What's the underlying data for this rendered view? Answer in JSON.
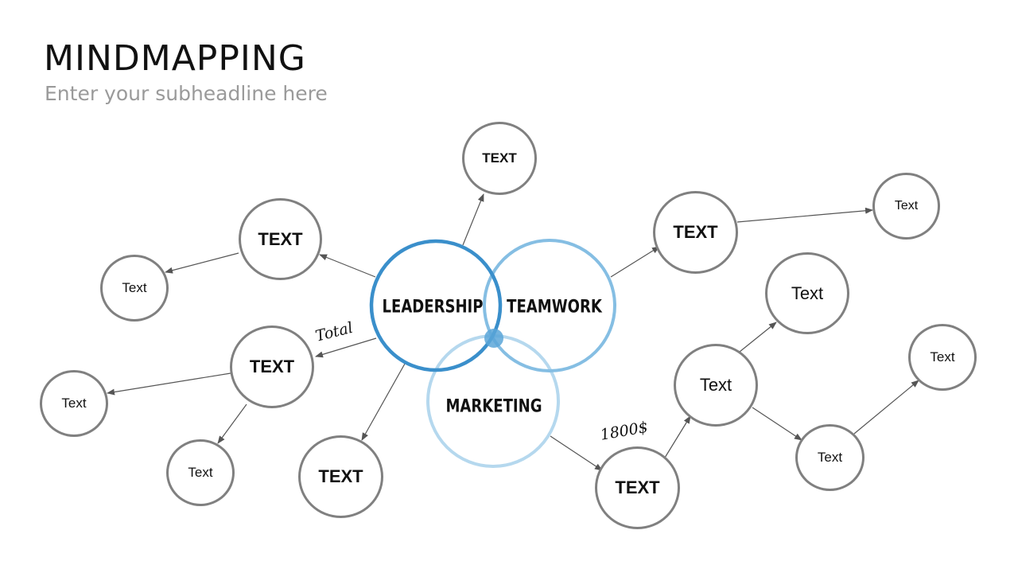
{
  "header": {
    "title": "MINDMAPPING",
    "subtitle": "Enter your subheadline here"
  },
  "venn": {
    "leadership": "LEADERSHIP",
    "teamwork": "TEAMWORK",
    "marketing": "MARKETING"
  },
  "annotations": {
    "total": "Total",
    "amount": "1800$"
  },
  "nodes": {
    "top": "TEXT",
    "left_upper": "TEXT",
    "left_upper_child": "Text",
    "left_middle": "TEXT",
    "left_middle_child_a": "Text",
    "left_middle_child_b": "Text",
    "bottom": "TEXT",
    "right_upper": "TEXT",
    "right_upper_child": "Text",
    "bottom_right": "TEXT",
    "mid_right": "Text",
    "mid_right_child_top": "Text",
    "mid_right_child_bottom": "Text",
    "far_right": "Text"
  },
  "colors": {
    "leadership": "#3a8fcb",
    "teamwork": "#85bee3",
    "marketing": "#b5d8ee",
    "node_border": "#808080",
    "connector": "#555555"
  }
}
